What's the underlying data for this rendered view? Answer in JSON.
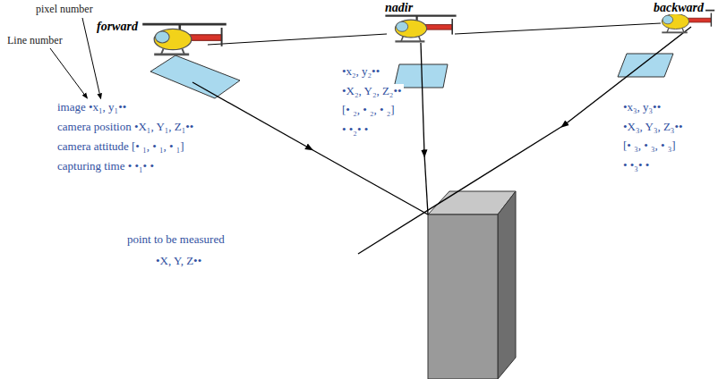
{
  "diagram": {
    "labels": [
      "pixel number",
      "Line number",
      "forward",
      "nadir",
      "backward",
      "image •x₁, y₁••",
      "camera position •X₁, Y₁, Z₁••",
      "camera attitude [• ₁, • ₁, • ₁]",
      "capturing time • •₁• •",
      "•x₂, y₂••",
      "•X₂, Y₂, Z₂••",
      "[• ₂, • ₂, • ₂]",
      "• •₂• •",
      "•x₃, y₃••",
      "•X₃, Y₃, Z₃••",
      "[• ₃, • ₃, • ₃]",
      "• •₃• •",
      "point to be measured",
      "•X, Y, Z••"
    ]
  }
}
